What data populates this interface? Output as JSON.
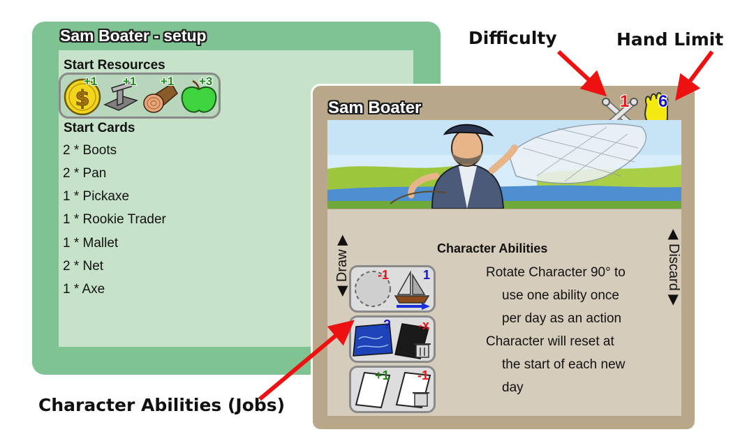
{
  "setup": {
    "title": "Sam Boater - setup",
    "start_resources_heading": "Start Resources",
    "resources": [
      {
        "icon": "coin-icon",
        "badge": "+1"
      },
      {
        "icon": "iron-beam-icon",
        "badge": "+1"
      },
      {
        "icon": "wood-log-icon",
        "badge": "+1"
      },
      {
        "icon": "apple-icon",
        "badge": "+3"
      }
    ],
    "start_cards_heading": "Start Cards",
    "cards": [
      "2 * Boots",
      "2 * Pan",
      "1 * Pickaxe",
      "1 * Rookie Trader",
      "1 * Mallet",
      "2 * Net",
      "1 * Axe"
    ]
  },
  "character": {
    "name": "Sam Boater",
    "difficulty_value": "1",
    "hand_limit_value": "6",
    "draw_label": "Draw",
    "discard_label": "Discard",
    "abilities_heading": "Character Abilities",
    "ability_text": [
      "Rotate Character 90° to",
      "use one ability once",
      "per day as an action",
      "Character will reset at",
      "the start of each new",
      "day"
    ],
    "jobs": [
      {
        "left_badge": "-1",
        "right_badge": "1"
      },
      {
        "left_badge": "?",
        "right_badge": "-x"
      },
      {
        "left_badge": "+1",
        "right_badge": "-1"
      }
    ]
  },
  "annotations": {
    "difficulty": "Difficulty",
    "hand_limit": "Hand Limit",
    "jobs": "Character Abilities (Jobs)"
  },
  "colors": {
    "setup_green": "#7fc393",
    "card_tan": "#b9a78a",
    "arrow_red": "#ee1111"
  }
}
